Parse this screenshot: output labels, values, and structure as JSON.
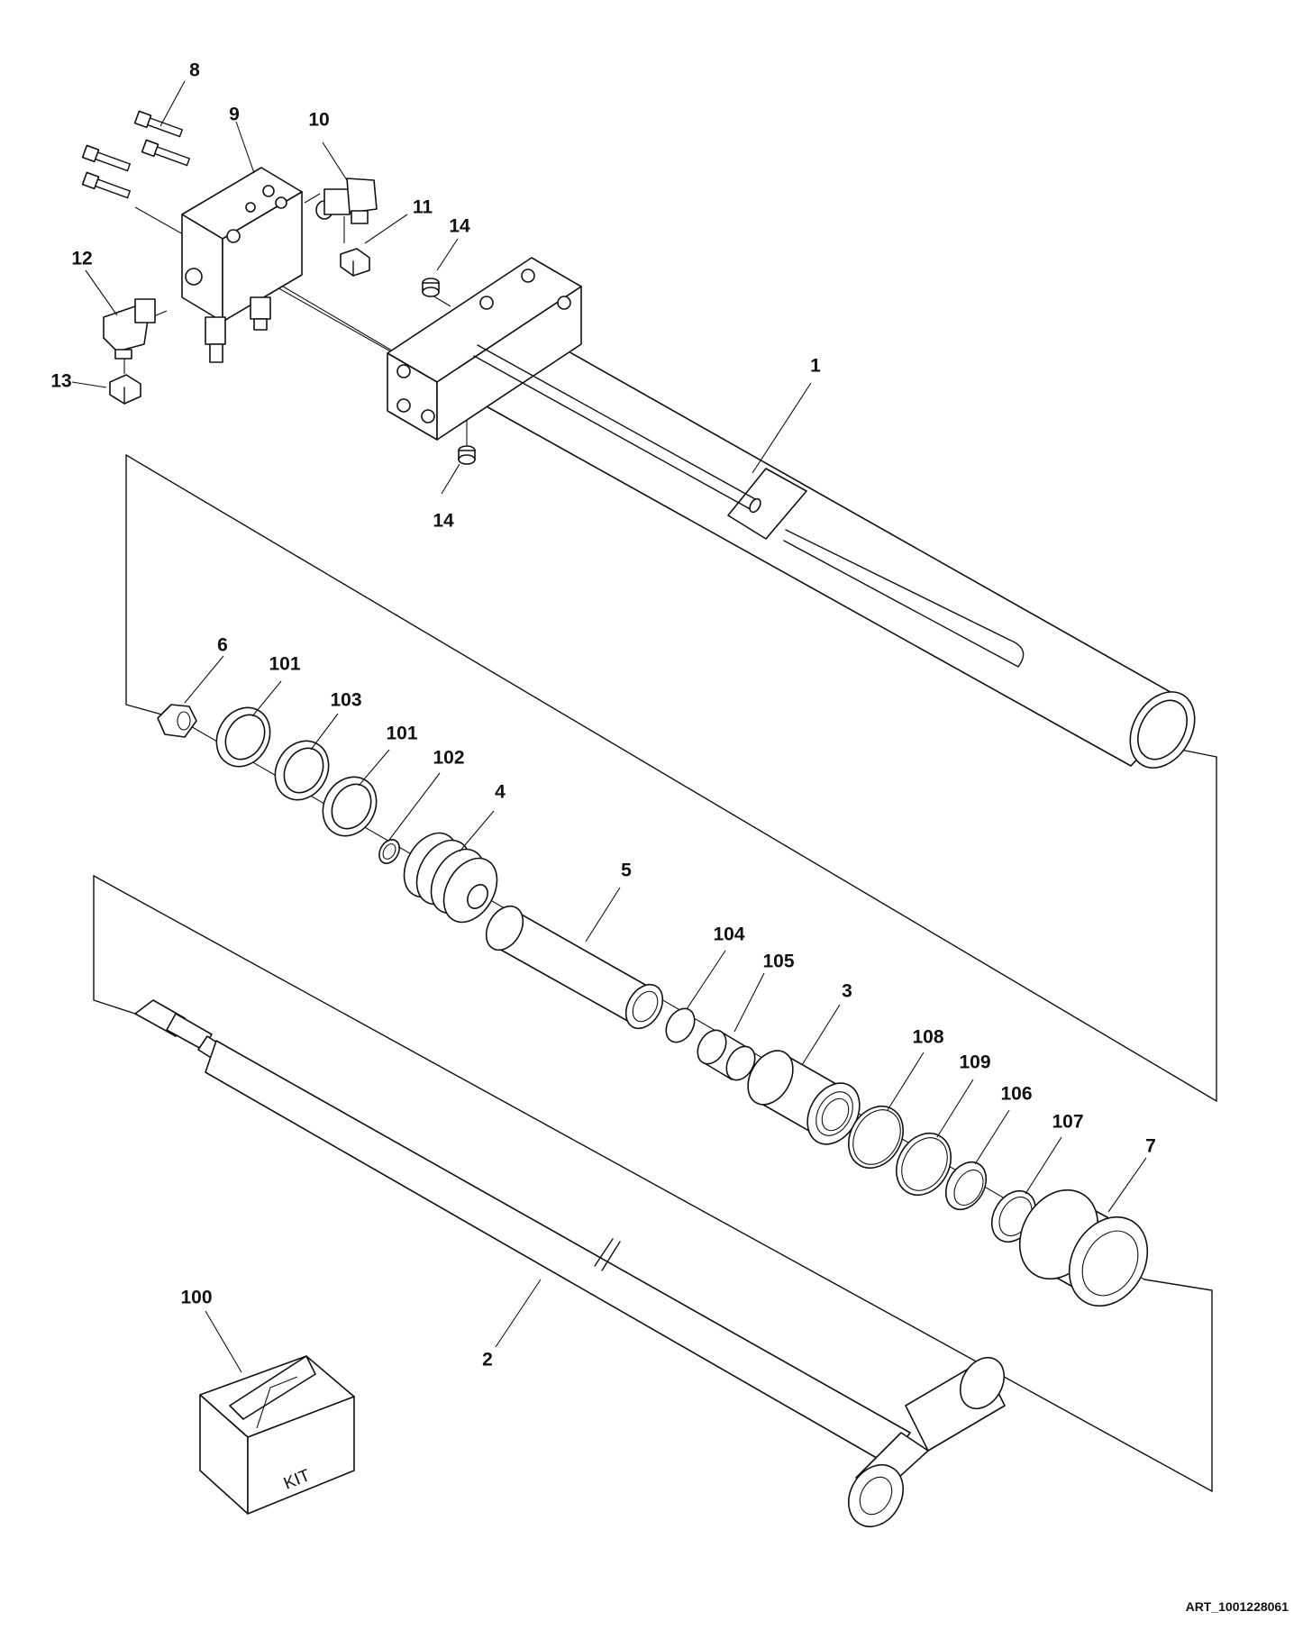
{
  "callouts": {
    "c1": "1",
    "c2": "2",
    "c3": "3",
    "c4": "4",
    "c5": "5",
    "c6": "6",
    "c7": "7",
    "c8": "8",
    "c9": "9",
    "c10": "10",
    "c11": "11",
    "c12": "12",
    "c13": "13",
    "c14a": "14",
    "c14b": "14",
    "c100": "100",
    "c101a": "101",
    "c101b": "101",
    "c102": "102",
    "c103": "103",
    "c104": "104",
    "c105": "105",
    "c106": "106",
    "c107": "107",
    "c108": "108",
    "c109": "109"
  },
  "kit_label": "KIT",
  "art_id": "ART_1001228061"
}
